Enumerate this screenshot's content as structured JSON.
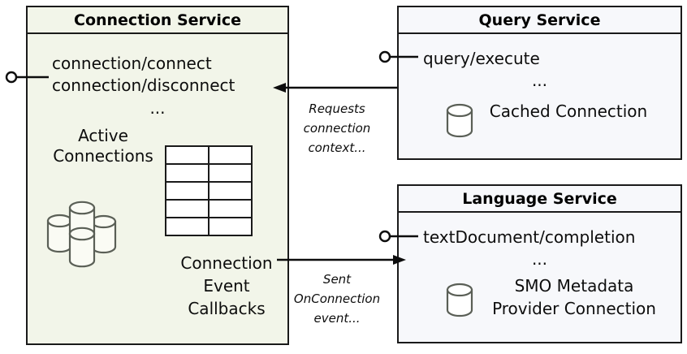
{
  "diagram": {
    "type": "uml-component-diagram",
    "background": "#ffffff",
    "components": [
      {
        "id": "connection-service",
        "title": "Connection Service",
        "fill": "#f2f5e9",
        "stroke": "#1a1a1a",
        "operations": [
          "connection/connect",
          "connection/disconnect"
        ],
        "operations_ellipsis": "...",
        "artifacts": [
          {
            "label": "Active\nConnections",
            "icon": "database-cluster-icon"
          },
          {
            "label": "Connection\nEvent\nCallbacks",
            "icon": "table-grid-icon"
          }
        ]
      },
      {
        "id": "query-service",
        "title": "Query Service",
        "fill": "#f7f8fb",
        "stroke": "#1a1a1a",
        "operations": [
          "query/execute"
        ],
        "operations_ellipsis": "...",
        "artifacts": [
          {
            "label": "Cached Connection",
            "icon": "database-icon"
          }
        ]
      },
      {
        "id": "language-service",
        "title": "Language Service",
        "fill": "#f7f8fb",
        "stroke": "#1a1a1a",
        "operations": [
          "textDocument/completion"
        ],
        "operations_ellipsis": "...",
        "artifacts": [
          {
            "label": "SMO Metadata\nProvider Connection",
            "icon": "database-icon"
          }
        ]
      }
    ],
    "connectors": [
      {
        "id": "requests-connection-context",
        "from": "query-service",
        "to": "connection-service",
        "label": "Requests\nconnection\ncontext...",
        "label_lines": [
          "Requests",
          "connection",
          "context..."
        ],
        "arrow": "left"
      },
      {
        "id": "sent-onconnection-event",
        "from": "connection-service",
        "to": "language-service",
        "label": "Sent\nOnConnection\nevent...",
        "label_lines": [
          "Sent",
          "OnConnection",
          "event..."
        ],
        "arrow": "right"
      }
    ],
    "provided_interfaces": [
      {
        "id": "connection-service-lollipop",
        "owner": "connection-service"
      },
      {
        "id": "query-service-lollipop",
        "owner": "query-service"
      },
      {
        "id": "language-service-lollipop",
        "owner": "language-service"
      }
    ]
  },
  "connection_service": {
    "title": "Connection Service",
    "op_connect": "connection/connect",
    "op_disconnect": "connection/disconnect",
    "ellipsis": "...",
    "active_connections_line1": "Active",
    "active_connections_line2": "Connections",
    "callbacks_line1": "Connection",
    "callbacks_line2": "Event",
    "callbacks_line3": "Callbacks"
  },
  "query_service": {
    "title": "Query Service",
    "op_execute": "query/execute",
    "ellipsis": "...",
    "cached_connection": "Cached Connection"
  },
  "language_service": {
    "title": "Language Service",
    "op_completion": "textDocument/completion",
    "ellipsis": "...",
    "smo_line1": "SMO Metadata",
    "smo_line2": "Provider Connection"
  },
  "edges": {
    "requests_line1": "Requests",
    "requests_line2": "connection",
    "requests_line3": "context...",
    "sent_line1": "Sent",
    "sent_line2": "OnConnection",
    "sent_line3": "event..."
  }
}
